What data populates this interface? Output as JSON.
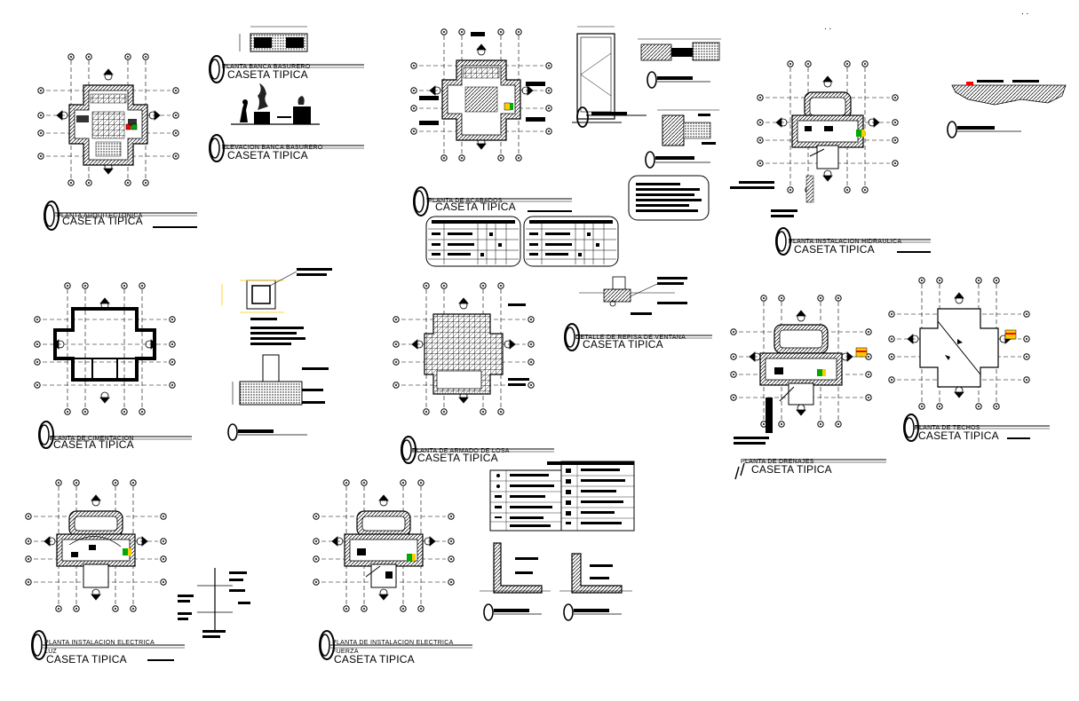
{
  "sheet": {
    "background_color": "#ffffff",
    "line_color": "#000000",
    "accent_colors": [
      "#ff0000",
      "#00aa00",
      "#ffcc00"
    ],
    "marker_text": ". ."
  },
  "drawings": [
    {
      "id": "planta-arquitectonica",
      "subtitle": "PLANTA ARQUITECTONICA",
      "title": "CASETA TIPICA"
    },
    {
      "id": "planta-banca-basurero",
      "subtitle": "PLANTA BANCA BASURERO",
      "title": "CASETA TIPICA"
    },
    {
      "id": "elevacion-banca-basurero",
      "subtitle": "ELEVACION BANCA BASURERO",
      "title": "CASETA TIPICA"
    },
    {
      "id": "planta-de-acabados",
      "subtitle": "PLANTA DE ACABADOS",
      "title": "CASETA TIPICA"
    },
    {
      "id": "planta-instalacion-hidraulica",
      "subtitle": "PLANTA INSTALACION HIDRAULICA",
      "title": "CASETA TIPICA"
    },
    {
      "id": "planta-de-cimentacion",
      "subtitle": "PLANTA DE CIMENTACION",
      "title": "CASETA TIPICA"
    },
    {
      "id": "planta-de-armado-de-losa",
      "subtitle": "PLANTA DE ARMADO DE LOSA",
      "title": "CASETA TIPICA"
    },
    {
      "id": "detalle-de-repisa-de-ventana",
      "subtitle": "DETALLE DE REPISA DE VENTANA",
      "title": "CASETA TIPICA"
    },
    {
      "id": "planta-de-drenajes",
      "subtitle": "PLANTA DE DRENAJES",
      "title": "CASETA TIPICA"
    },
    {
      "id": "planta-de-techos",
      "subtitle": "PLANTA DE TECHOS",
      "title": "CASETA TIPICA"
    },
    {
      "id": "planta-instalacion-electrica-luz",
      "subtitle": "PLANTA INSTALACION ELECTRICA",
      "subtitle2": "LUZ",
      "title": "CASETA TIPICA"
    },
    {
      "id": "planta-instalacion-electrica-fuerza",
      "subtitle": "PLANTA DE INSTALACION ELECTRICA",
      "subtitle2": "FUERZA",
      "title": "CASETA TIPICA"
    }
  ]
}
